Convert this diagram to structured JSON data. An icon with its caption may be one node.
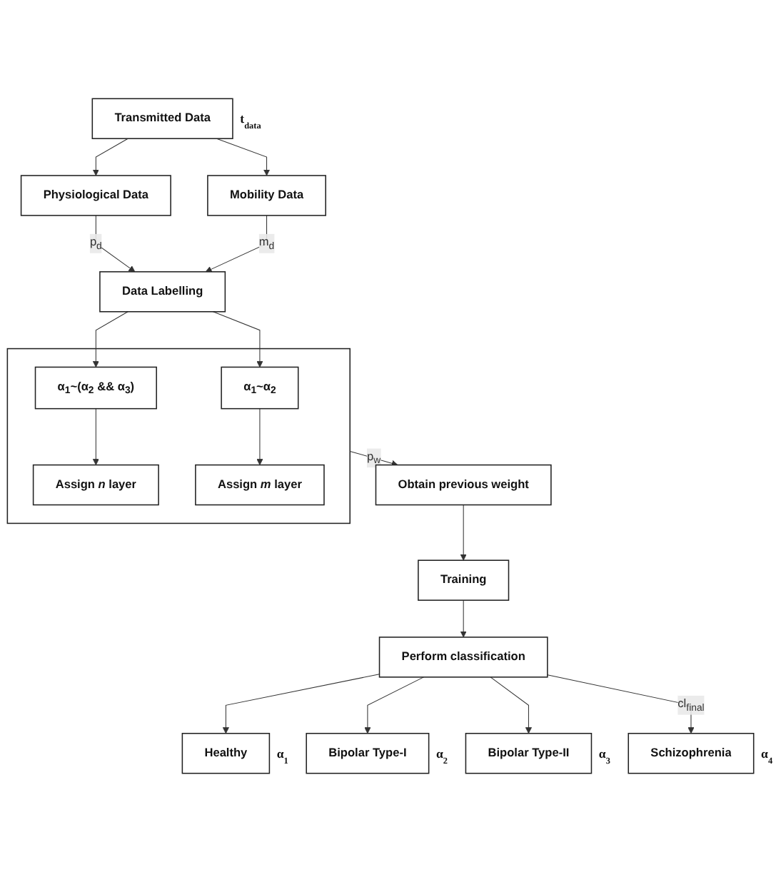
{
  "diagram": {
    "nodes": [
      {
        "text": [
          "Transmitted Data"
        ],
        "beside": [
          "t$_{data}$"
        ]
      },
      {
        "text": [
          "Physiological Data"
        ]
      },
      {
        "text": [
          "Mobility Data"
        ]
      },
      {
        "text": [
          "Data Labelling"
        ]
      },
      {
        "text": [],
        "shape": "box"
      },
      {
        "text": [
          "α$_{1}$~(α$_{2}$ && α$_{3}$)"
        ],
        "in": 4
      },
      {
        "text": [
          "Assign *n* layer"
        ],
        "in": 4
      },
      {
        "text": [
          "α$_{1}$~α$_{2}$"
        ],
        "in": 4
      },
      {
        "text": [
          "Assign *m* layer"
        ],
        "in": 4
      },
      {
        "text": [
          "Obtain previous weight"
        ]
      },
      {
        "text": [
          "Training"
        ]
      },
      {
        "text": [
          "Perform classification"
        ]
      },
      {
        "text": [
          "Healthy"
        ],
        "beside": [
          "α$_{1}$"
        ]
      },
      {
        "text": [
          "Bipolar Type-I"
        ],
        "beside": [
          "α$_{2}$"
        ]
      },
      {
        "text": [
          "Bipolar Type-II"
        ],
        "beside": [
          "α$_{3}$"
        ]
      },
      {
        "text": [
          "Schizophrenia"
        ],
        "beside": [
          "α$_{4}$"
        ]
      }
    ],
    "edges": [
      {
        "from": 0,
        "to": 1,
        "arrow": "to"
      },
      {
        "from": 0,
        "to": 2,
        "arrow": "to"
      },
      {
        "from": 1,
        "to": 3,
        "arrow": "to",
        "label": "p$_{d}$"
      },
      {
        "from": 2,
        "to": 3,
        "arrow": "to",
        "label": "m$_{d}$"
      },
      {
        "from": 3,
        "to": 5,
        "arrow": "to"
      },
      {
        "from": 3,
        "to": 7,
        "arrow": "to"
      },
      {
        "from": 5,
        "to": 6,
        "arrow": "to"
      },
      {
        "from": 7,
        "to": 8,
        "arrow": "to"
      },
      {
        "from": 4,
        "to": 9,
        "arrow": "to",
        "label": "p$_{w}$"
      },
      {
        "from": 9,
        "to": 10,
        "arrow": "to"
      },
      {
        "from": 10,
        "to": 11,
        "arrow": "to"
      },
      {
        "from": 11,
        "to": 12,
        "arrow": "to"
      },
      {
        "from": 11,
        "to": 13,
        "arrow": "to"
      },
      {
        "from": 11,
        "to": 14,
        "arrow": "to"
      },
      {
        "from": 11,
        "to": 15,
        "arrow": "to",
        "label": "cl$_{final}$"
      }
    ]
  }
}
